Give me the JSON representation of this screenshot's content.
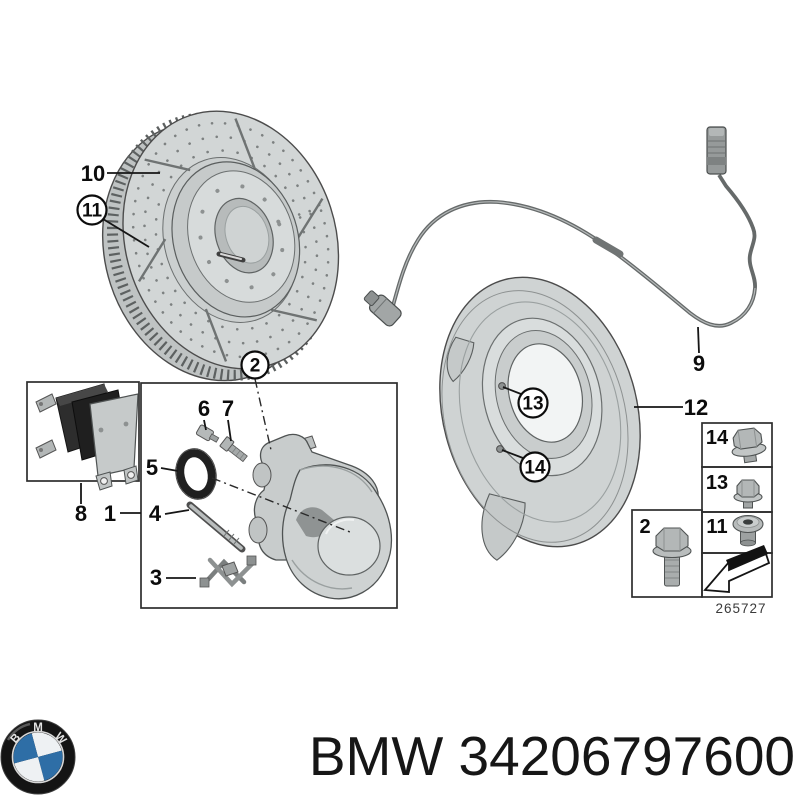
{
  "diagram": {
    "callouts": {
      "n1": "1",
      "n2": "2",
      "n3": "3",
      "n4": "4",
      "n5": "5",
      "n6": "6",
      "n7": "7",
      "n8": "8",
      "n9": "9",
      "n10": "10",
      "n11": "11",
      "n12": "12",
      "n13": "13",
      "n14": "14"
    },
    "hardware_boxes": {
      "b14": "14",
      "b13": "13",
      "b11": "11",
      "b2": "2"
    },
    "drawing_number": "265727"
  },
  "footer": {
    "part_text": "BMW 34206797600",
    "logo_letters": [
      "B",
      "M",
      "W"
    ],
    "brand_blue": "#2e6ea6",
    "logo_ring_color": "#101010"
  }
}
